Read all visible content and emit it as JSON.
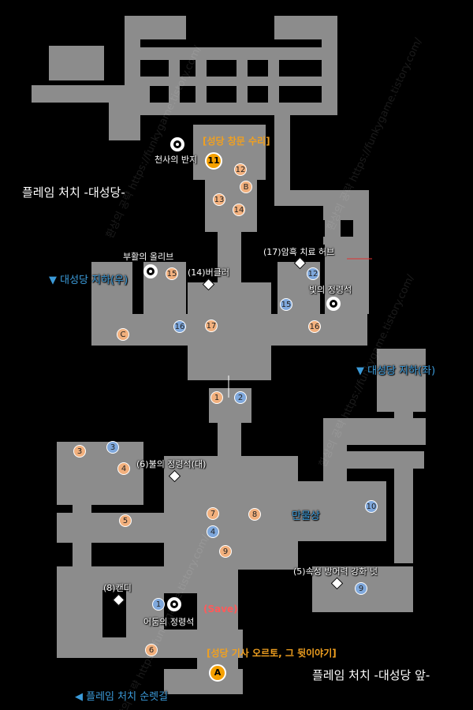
{
  "map_titles": {
    "flame_cathedral": "플레임 처치 -대성당-",
    "flame_front": "플레임 처치 -대성당 앞-"
  },
  "exits": {
    "basement_right": "▼ 대성당 지하(우)",
    "basement_left": "▼ 대성당 지하(좌)",
    "patrol_road": "◀ 플레임 처치 순렛길"
  },
  "quests": {
    "window_repair": "[성당 창문 수리]",
    "knight_story": "[성당 기사 오르토, 그 뒷이야기]"
  },
  "landmarks": {
    "angel_ring": "천사의 반지",
    "olive": "부활의 올리브",
    "light_spirit": "빛의 정령석",
    "dark_spirit": "어둠의 정령석",
    "merchant": "만물상",
    "save": "(Save)"
  },
  "items": {
    "i17": "(17)암흑 치료 허브",
    "i14": "(14)버클러",
    "i6": "(6)불의 정령석(대)",
    "i5": "(5)속성 방어력 강화 넛",
    "i8": "(8)캔디"
  },
  "markers": {
    "orange": [
      "1",
      "3",
      "4",
      "5",
      "6",
      "7",
      "8",
      "9",
      "12",
      "13",
      "14",
      "15",
      "16",
      "17",
      "B",
      "C"
    ],
    "blue": [
      "1",
      "2",
      "3",
      "4",
      "9",
      "10",
      "12",
      "15",
      "16"
    ],
    "big": [
      "11",
      "A"
    ]
  },
  "watermark": "환상의 공략 https://funkygame.tistory.com/",
  "colors": {
    "floor": "#8c8c8c",
    "background": "#000000",
    "orange_marker": "#f2b07d",
    "blue_marker": "#7fa8dc",
    "quest_marker": "#f5a000",
    "title_text": "#ffffff",
    "exit_text": "#3b9ad8",
    "quest_text": "#f0a020",
    "save_text": "#ff5a5a"
  }
}
